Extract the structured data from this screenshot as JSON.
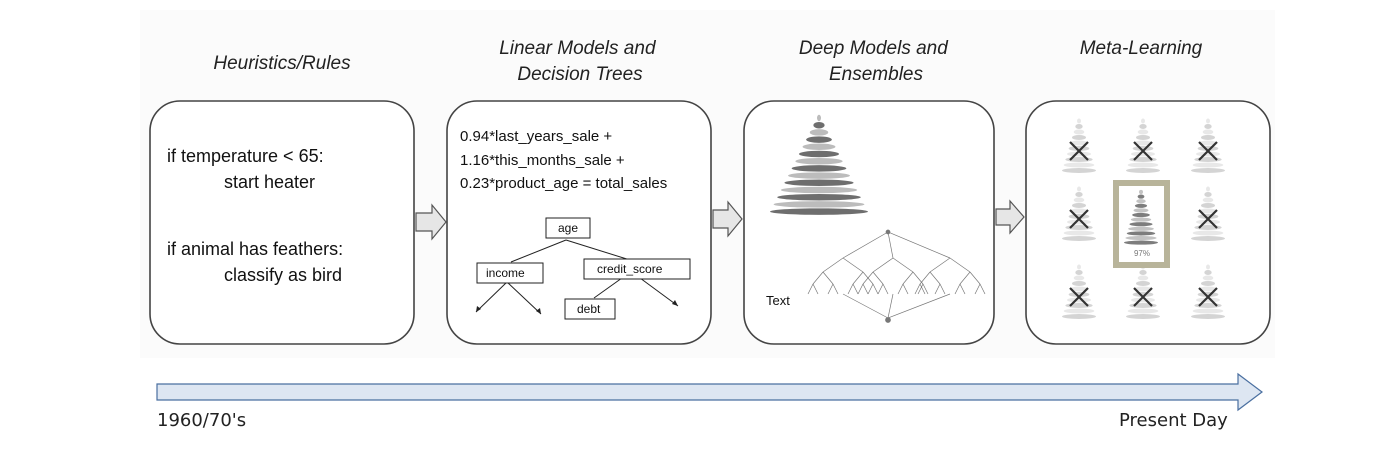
{
  "panels": [
    {
      "title_lines": [
        "Heuristics/Rules"
      ],
      "rules": [
        {
          "condition": "if temperature < 65:",
          "action": "start heater"
        },
        {
          "condition": "if animal has feathers:",
          "action": "classify as bird"
        }
      ]
    },
    {
      "title_lines": [
        "Linear Models and",
        "Decision Trees"
      ],
      "formula_lines": [
        "0.94*last_years_sale +",
        "1.16*this_months_sale +",
        "0.23*product_age = total_sales"
      ],
      "tree": {
        "root": "age",
        "left": "income",
        "right": "credit_score",
        "leaf": "debt"
      }
    },
    {
      "title_lines": [
        "Deep Models and",
        "Ensembles"
      ],
      "caption": "Text"
    },
    {
      "title_lines": [
        "Meta-Learning"
      ],
      "selected_pct": "97%"
    }
  ],
  "timeline": {
    "start_label": "1960/70's",
    "end_label": "Present Day"
  },
  "colors": {
    "panel_border": "#444444",
    "arrow_fill": "#e6e6e6",
    "timeline_fill": "#dde6f2",
    "highlight": "#b8b49a",
    "cross": "#333333"
  },
  "icons": [
    "arrow-right-icon",
    "pyramid-icon",
    "tree-ensemble-icon",
    "cross-icon",
    "timeline-arrow-icon"
  ]
}
